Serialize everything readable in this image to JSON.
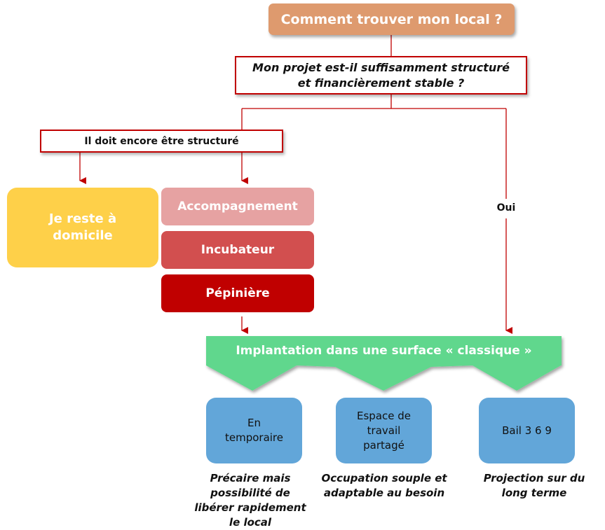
{
  "diagram": {
    "title": "Comment trouver mon local ?",
    "question": "Mon projet est-il suffisamment structuré et financièrement stable ?",
    "branch_no": {
      "label": "Il doit encore être structuré",
      "home_option": "Je reste à domicile",
      "support_stack": [
        "Accompagnement",
        "Incubateur",
        "Pépinière"
      ]
    },
    "branch_yes": {
      "label": "Oui"
    },
    "implantation": {
      "label": "Implantation dans une surface « classique »",
      "options": [
        {
          "label": "En temporaire",
          "caption": "Précaire mais possibilité de libérer rapidement le local"
        },
        {
          "label": "Espace de travail partagé",
          "caption": "Occupation souple et adaptable au besoin"
        },
        {
          "label": "Bail 3 6 9",
          "caption": "Projection sur du long terme"
        }
      ]
    }
  },
  "colors": {
    "title": "#DE9A6E",
    "border_red": "#C00000",
    "home": "#FED049",
    "accompagnement": "#E6A2A2",
    "incubateur": "#D24F4F",
    "pepiniere": "#C00000",
    "banner_green": "#60D78D",
    "option_blue": "#62A6D9"
  }
}
